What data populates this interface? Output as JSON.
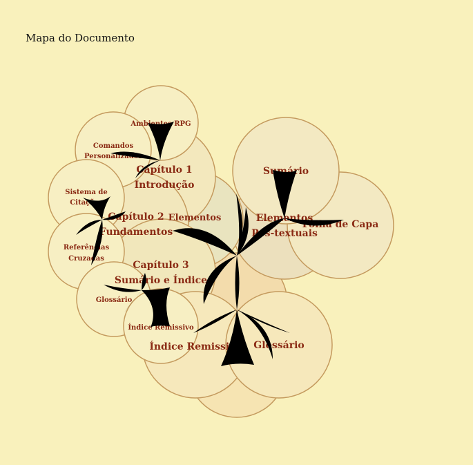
{
  "title": "Mapa do Documento",
  "colors": {
    "background": "#f9f1bc",
    "label": "#8a2a14",
    "node_stroke": "#c49a5e",
    "connector": "#000000"
  },
  "nodes": {
    "ambientes_rpg": "Ambientes RPG",
    "capitulo1_title": "Capítulo 1",
    "capitulo1_subtitle": "Introdução",
    "comandos_line1": "Comandos",
    "comandos_line2": "Personalizados",
    "sistema_line1": "Sistema de",
    "sistema_line2": "Citações",
    "capitulo2_title": "Capítulo 2",
    "capitulo2_subtitle": "Fundamentos",
    "referencias_line1": "Referências",
    "referencias_line2": "Cruzadas",
    "capitulo3_title": "Capítulo 3",
    "capitulo3_subtitle": "Sumário e Índice",
    "glossario_small": "Glossário",
    "indice_small": "Índice Remissivo",
    "elementos": "Elementos",
    "elementos_pre": "Elementos",
    "elementos_pos": "Pós-textuais",
    "sumario": "Sumário",
    "folha_capa": "Folha de Capa",
    "indice_large": "Índice Remissivo",
    "glossario_large": "Glossário"
  }
}
